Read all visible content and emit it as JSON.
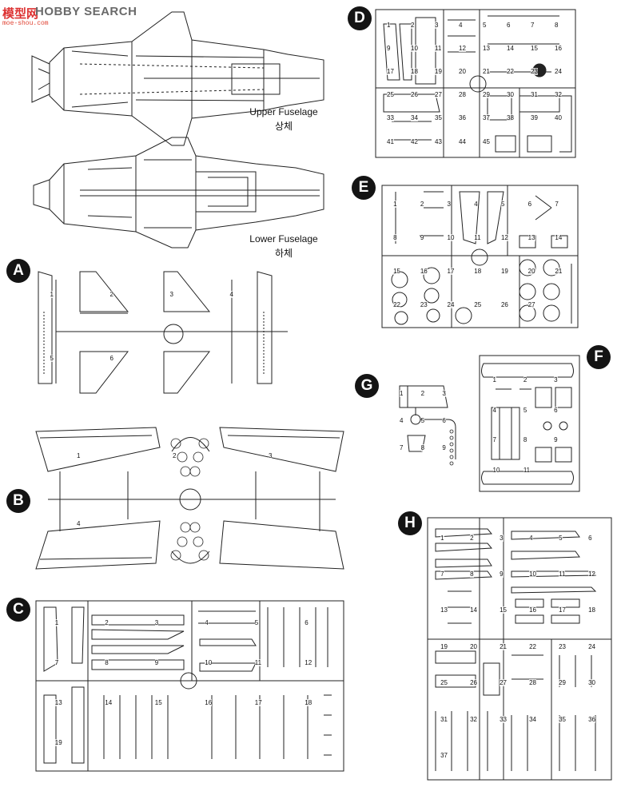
{
  "watermark": {
    "icon_text": "模型网",
    "name": "HOBBY SEARCH",
    "url": "moe-shou.com"
  },
  "captions": {
    "upper": {
      "en": "Upper Fuselage",
      "kr": "상체"
    },
    "lower": {
      "en": "Lower Fuselage",
      "kr": "하체"
    }
  },
  "sprues": {
    "A": {
      "letter": "A",
      "parts": [
        "1",
        "2",
        "3",
        "4",
        "5",
        "6"
      ]
    },
    "B": {
      "letter": "B",
      "parts": [
        "1",
        "2",
        "3",
        "4"
      ]
    },
    "C": {
      "letter": "C",
      "parts": [
        "1",
        "2",
        "3",
        "4",
        "5",
        "6",
        "7",
        "8",
        "9",
        "10",
        "11",
        "12",
        "13",
        "14",
        "15",
        "16",
        "17",
        "18",
        "19"
      ]
    },
    "D": {
      "letter": "D",
      "parts": [
        "1",
        "2",
        "3",
        "4",
        "5",
        "6",
        "7",
        "8",
        "9",
        "10",
        "11",
        "12",
        "13",
        "14",
        "15",
        "16",
        "17",
        "18",
        "19",
        "20",
        "21",
        "22",
        "23",
        "24",
        "25",
        "26",
        "27",
        "28",
        "29",
        "30",
        "31",
        "32",
        "33",
        "34",
        "35",
        "36",
        "37",
        "38",
        "39",
        "40",
        "41",
        "42",
        "43",
        "44",
        "45"
      ]
    },
    "E": {
      "letter": "E",
      "parts": [
        "1",
        "2",
        "3",
        "4",
        "5",
        "6",
        "7",
        "8",
        "9",
        "10",
        "11",
        "12",
        "13",
        "14",
        "15",
        "16",
        "17",
        "18",
        "19",
        "20",
        "21",
        "22",
        "23",
        "24",
        "25",
        "26",
        "27"
      ]
    },
    "F": {
      "letter": "F",
      "parts": [
        "1",
        "2",
        "3",
        "4",
        "5",
        "6",
        "7",
        "8",
        "9",
        "10",
        "11"
      ]
    },
    "G": {
      "letter": "G",
      "parts": [
        "1",
        "2",
        "3",
        "4",
        "5",
        "6",
        "7",
        "8",
        "9"
      ]
    },
    "H": {
      "letter": "H",
      "parts": [
        "1",
        "2",
        "3",
        "4",
        "5",
        "6",
        "7",
        "8",
        "9",
        "10",
        "11",
        "12",
        "13",
        "14",
        "15",
        "16",
        "17",
        "18",
        "19",
        "20",
        "21",
        "22",
        "23",
        "24",
        "25",
        "26",
        "27",
        "28",
        "29",
        "30",
        "31",
        "32",
        "33",
        "34",
        "35",
        "36",
        "37"
      ]
    }
  }
}
